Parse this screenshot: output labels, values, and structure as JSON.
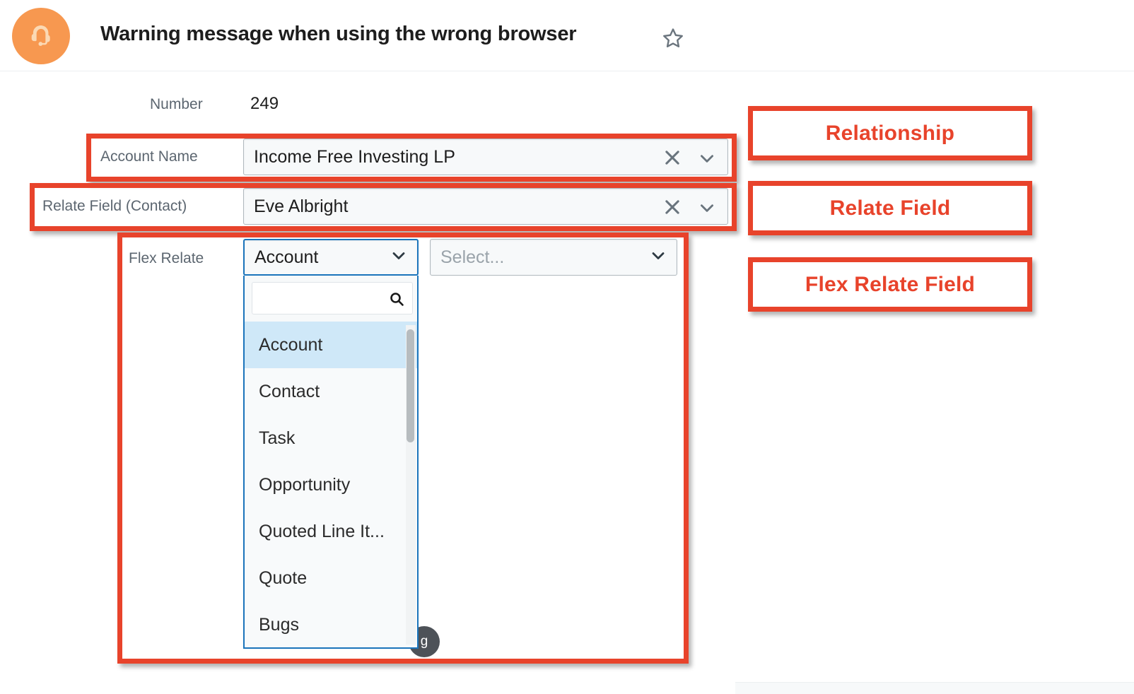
{
  "header": {
    "avatar_icon": "headset-icon",
    "avatar_color": "#F79850",
    "title": "Warning message when using the wrong browser",
    "favorite_icon": "star-outline-icon"
  },
  "form": {
    "number": {
      "label": "Number",
      "value": "249"
    },
    "account_name": {
      "label": "Account Name",
      "value": "Income Free Investing LP",
      "clear_icon": "close-x-icon",
      "chevron_icon": "chevron-down-icon"
    },
    "relate_field": {
      "label": "Relate Field (Contact)",
      "value": "Eve Albright",
      "clear_icon": "close-x-icon",
      "chevron_icon": "chevron-down-icon"
    },
    "flex_relate": {
      "label": "Flex Relate",
      "module_select": {
        "value": "Account",
        "chevron_icon": "chevron-down-icon"
      },
      "record_select": {
        "placeholder": "Select...",
        "value": "",
        "chevron_icon": "chevron-down-icon"
      }
    }
  },
  "dropdown": {
    "search": {
      "value": "",
      "placeholder": "",
      "icon": "search-icon"
    },
    "selected": "Account",
    "options": [
      "Account",
      "Contact",
      "Task",
      "Opportunity",
      "Quoted Line It...",
      "Quote",
      "Bugs"
    ],
    "scrollbar": "vertical-scrollbar"
  },
  "badge": {
    "text": "g"
  },
  "annotations": {
    "color": "#E8432B",
    "callouts": [
      {
        "label": "Relationship"
      },
      {
        "label": "Relate Field"
      },
      {
        "label": "Flex Relate Field"
      }
    ],
    "highlights": [
      {
        "target": "account-name-row"
      },
      {
        "target": "relate-field-row"
      },
      {
        "target": "flex-relate-row"
      }
    ]
  }
}
